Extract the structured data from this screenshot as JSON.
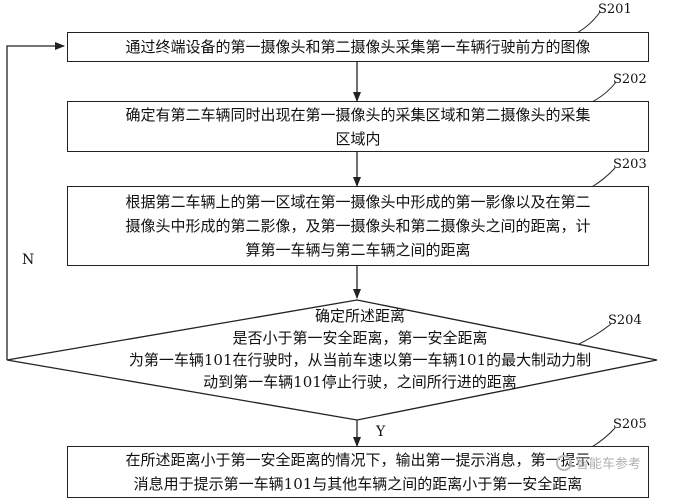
{
  "steps": {
    "s201": {
      "label": "S201",
      "text": "通过终端设备的第一摄像头和第二摄像头采集第一车辆行驶前方的图像"
    },
    "s202": {
      "label": "S202",
      "line1": "确定有第二车辆同时出现在第一摄像头的采集区域和第二摄像头的采集",
      "line2": "区域内"
    },
    "s203": {
      "label": "S203",
      "line1": "根据第二车辆上的第一区域在第一摄像头中形成的第一影像以及在第二",
      "line2": "摄像头中形成的第二影像，及第一摄像头和第二摄像头之间的距离，计",
      "line3": "算第一车辆与第二车辆之间的距离"
    },
    "s204": {
      "label": "S204",
      "line1": "确定所述距离",
      "line2": "是否小于第一安全距离，第一安全距离",
      "line3": "为第一车辆101在行驶时，从当前车速以第一车辆101的最大制动力制",
      "line4": "动到第一车辆101停止行驶，之间所行进的距离"
    },
    "s205": {
      "label": "S205",
      "line1": "在所述距离小于第一安全距离的情况下，输出第一提示消息，第一提示",
      "line2": "消息用于提示第一车辆101与其他车辆之间的距离小于第一安全距离"
    }
  },
  "edges": {
    "no_label": "N",
    "yes_label": "Y"
  },
  "watermark": {
    "text": "智能车参考"
  },
  "colors": {
    "line": "#222222",
    "background": "#ffffff"
  }
}
